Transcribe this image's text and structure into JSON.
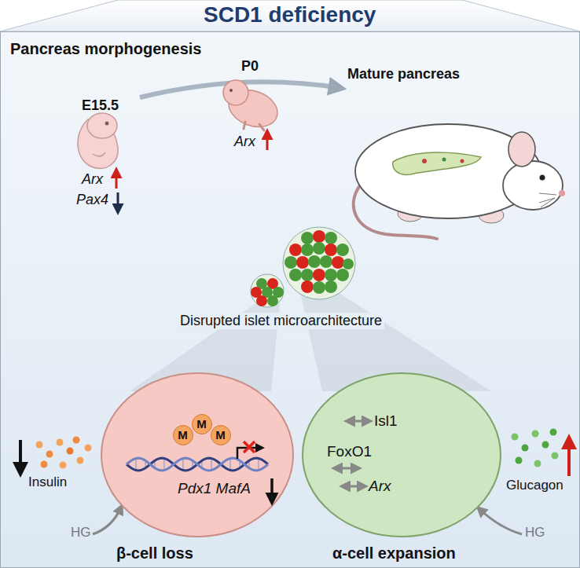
{
  "diagram": {
    "title": "SCD1 deficiency",
    "nodes": [
      {
        "text": [
          "Pancreas morphogenesis"
        ]
      },
      {
        "text": [
          "Pdx1 MafA",
          "β-cell loss"
        ],
        "in": 0
      },
      {
        "text": [
          "M"
        ],
        "in": 1
      },
      {
        "text": [
          "M"
        ],
        "in": 1
      },
      {
        "text": [
          "M"
        ],
        "in": 1
      },
      {
        "text": [
          "Isl1",
          "FoxO1",
          "Arx",
          "α-cell expansion"
        ],
        "in": 0
      }
    ],
    "labels": [
      "E15.5",
      "Arx",
      "Pax4",
      "P0",
      "Arx",
      "Mature pancreas",
      "Disrupted islet microarchitecture",
      "Insulin",
      "HG",
      "Glucagon",
      "HG"
    ]
  }
}
